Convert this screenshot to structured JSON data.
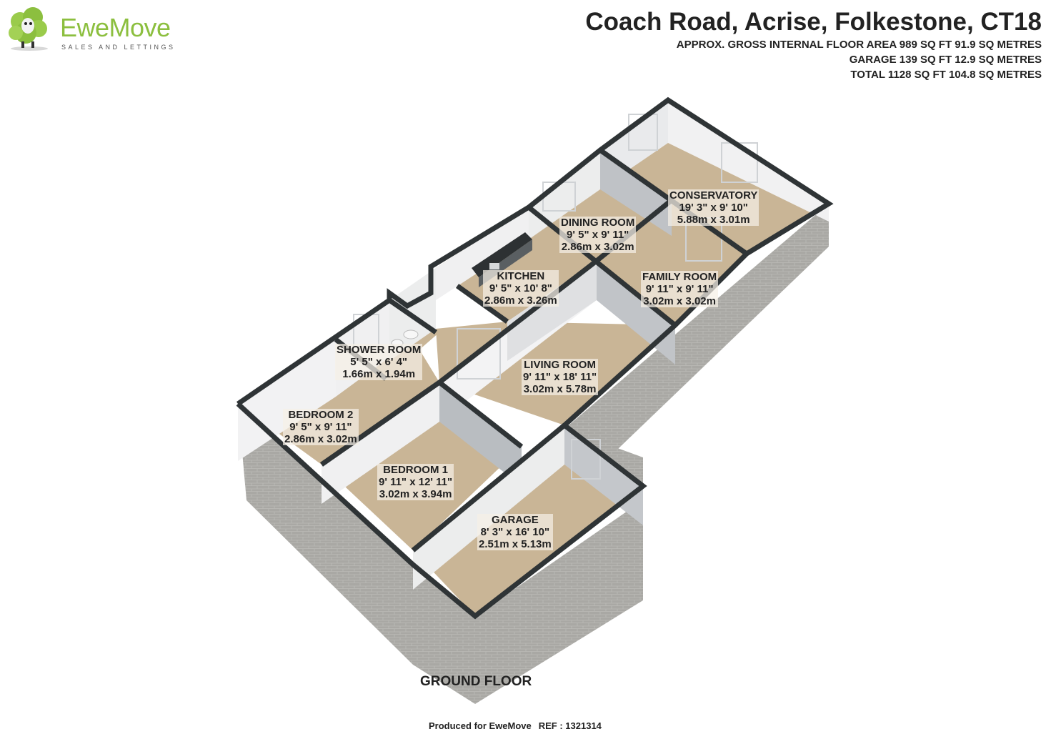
{
  "logo": {
    "brand": "EweMove",
    "tagline": "SALES AND LETTINGS"
  },
  "header": {
    "address": "Coach Road, Acrise, Folkestone, CT18",
    "area_lines": [
      "APPROX. GROSS INTERNAL FLOOR AREA 989 SQ FT 91.9 SQ METRES",
      "GARAGE 139 SQ FT 12.9 SQ METRES",
      "TOTAL 1128 SQ FT 104.8 SQ METRES"
    ]
  },
  "rooms": {
    "conservatory": {
      "name": "CONSERVATORY",
      "imperial": "19' 3\" x 9' 10\"",
      "metric": "5.88m x 3.01m"
    },
    "dining_room": {
      "name": "DINING ROOM",
      "imperial": "9' 5\" x 9' 11\"",
      "metric": "2.86m x 3.02m"
    },
    "kitchen": {
      "name": "KITCHEN",
      "imperial": "9' 5\" x 10' 8\"",
      "metric": "2.86m x 3.26m"
    },
    "family_room": {
      "name": "FAMILY ROOM",
      "imperial": "9' 11\" x 9' 11\"",
      "metric": "3.02m x 3.02m"
    },
    "shower_room": {
      "name": "SHOWER ROOM",
      "imperial": "5' 5\" x 6' 4\"",
      "metric": "1.66m x 1.94m"
    },
    "living_room": {
      "name": "LIVING ROOM",
      "imperial": "9' 11\" x 18' 11\"",
      "metric": "3.02m x 5.78m"
    },
    "bedroom_2": {
      "name": "BEDROOM 2",
      "imperial": "9' 5\" x 9' 11\"",
      "metric": "2.86m x 3.02m"
    },
    "bedroom_1": {
      "name": "BEDROOM 1",
      "imperial": "9' 11\" x 12' 11\"",
      "metric": "3.02m x 3.94m"
    },
    "garage": {
      "name": "GARAGE",
      "imperial": "8' 3\" x 16' 10\"",
      "metric": "2.51m x 5.13m"
    }
  },
  "floor_label": "GROUND FLOOR",
  "footer": {
    "produced": "Produced for EweMove",
    "ref": "REF : 1321314"
  },
  "colors": {
    "floor": "#c9b596",
    "wall_top": "#2f3436",
    "wall_inner": "#e9eaec",
    "brick": "#a8a7a3",
    "logo_green": "#8cbf3f"
  }
}
